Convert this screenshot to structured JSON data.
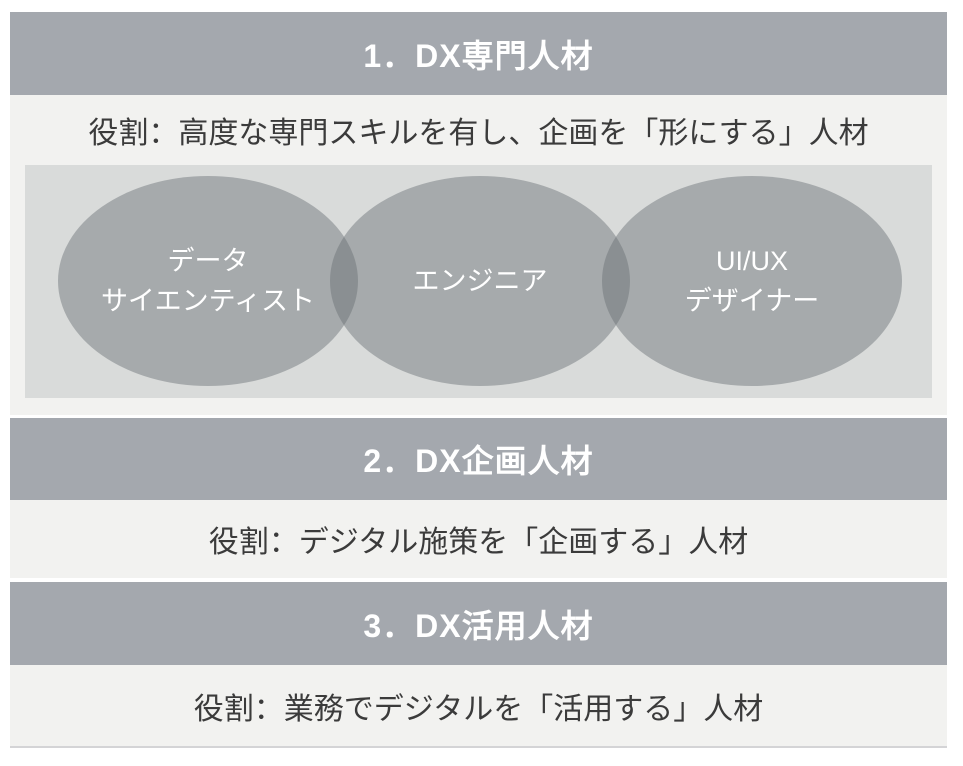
{
  "colors": {
    "header_bg": "#a4a8ae",
    "header_text": "#ffffff",
    "body_bg": "#f2f2f0",
    "role_text": "#3b3b3b",
    "venn_bg": "#d9dbda",
    "ellipse_gray": "#a7a9a8",
    "ellipse_overlap_gray": "#8b8e91",
    "ellipse_text": "#ffffff",
    "bottom_border": "#d4d4d6"
  },
  "sections": [
    {
      "title": "1．DX専門人材",
      "role": "役割：高度な専門スキルを有し、企画を「形にする」人材",
      "venn": {
        "ellipses": [
          {
            "name": "data-scientist",
            "lines": [
              "データ",
              "サイエンティスト"
            ]
          },
          {
            "name": "engineer",
            "lines": [
              "エンジニア"
            ]
          },
          {
            "name": "uiux-designer",
            "lines": [
              "UI/UX",
              "デザイナー"
            ]
          }
        ]
      }
    },
    {
      "title": "2．DX企画人材",
      "role": "役割：デジタル施策を「企画する」人材"
    },
    {
      "title": "3．DX活用人材",
      "role": "役割：業務でデジタルを「活用する」人材"
    }
  ]
}
